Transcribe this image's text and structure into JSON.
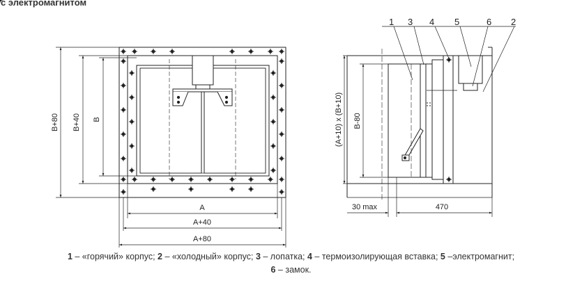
{
  "heading": "с электромагнитом",
  "front_view": {
    "dimensions": {
      "height_outer": "B+80",
      "height_mid": "B+40",
      "height_inner": "B",
      "width_inner": "A",
      "width_mid": "A+40",
      "width_outer": "A+80"
    }
  },
  "side_view": {
    "callouts": [
      "1",
      "3",
      "4",
      "5",
      "6",
      "2"
    ],
    "dimensions": {
      "section": "(A+10) x (B+10)",
      "height": "B-80",
      "offset": "30 max",
      "length": "470"
    }
  },
  "legend": {
    "line1": [
      {
        "num": "1",
        "text": " – «горячий» корпус; "
      },
      {
        "num": "2",
        "text": " – «холодный» корпус; "
      },
      {
        "num": "3",
        "text": " – лопатка; "
      },
      {
        "num": "4",
        "text": " – термоизолирующая вставка; "
      },
      {
        "num": "5",
        "text": " –электромагнит;"
      }
    ],
    "line2": [
      {
        "num": "6",
        "text": " – замок."
      }
    ]
  }
}
